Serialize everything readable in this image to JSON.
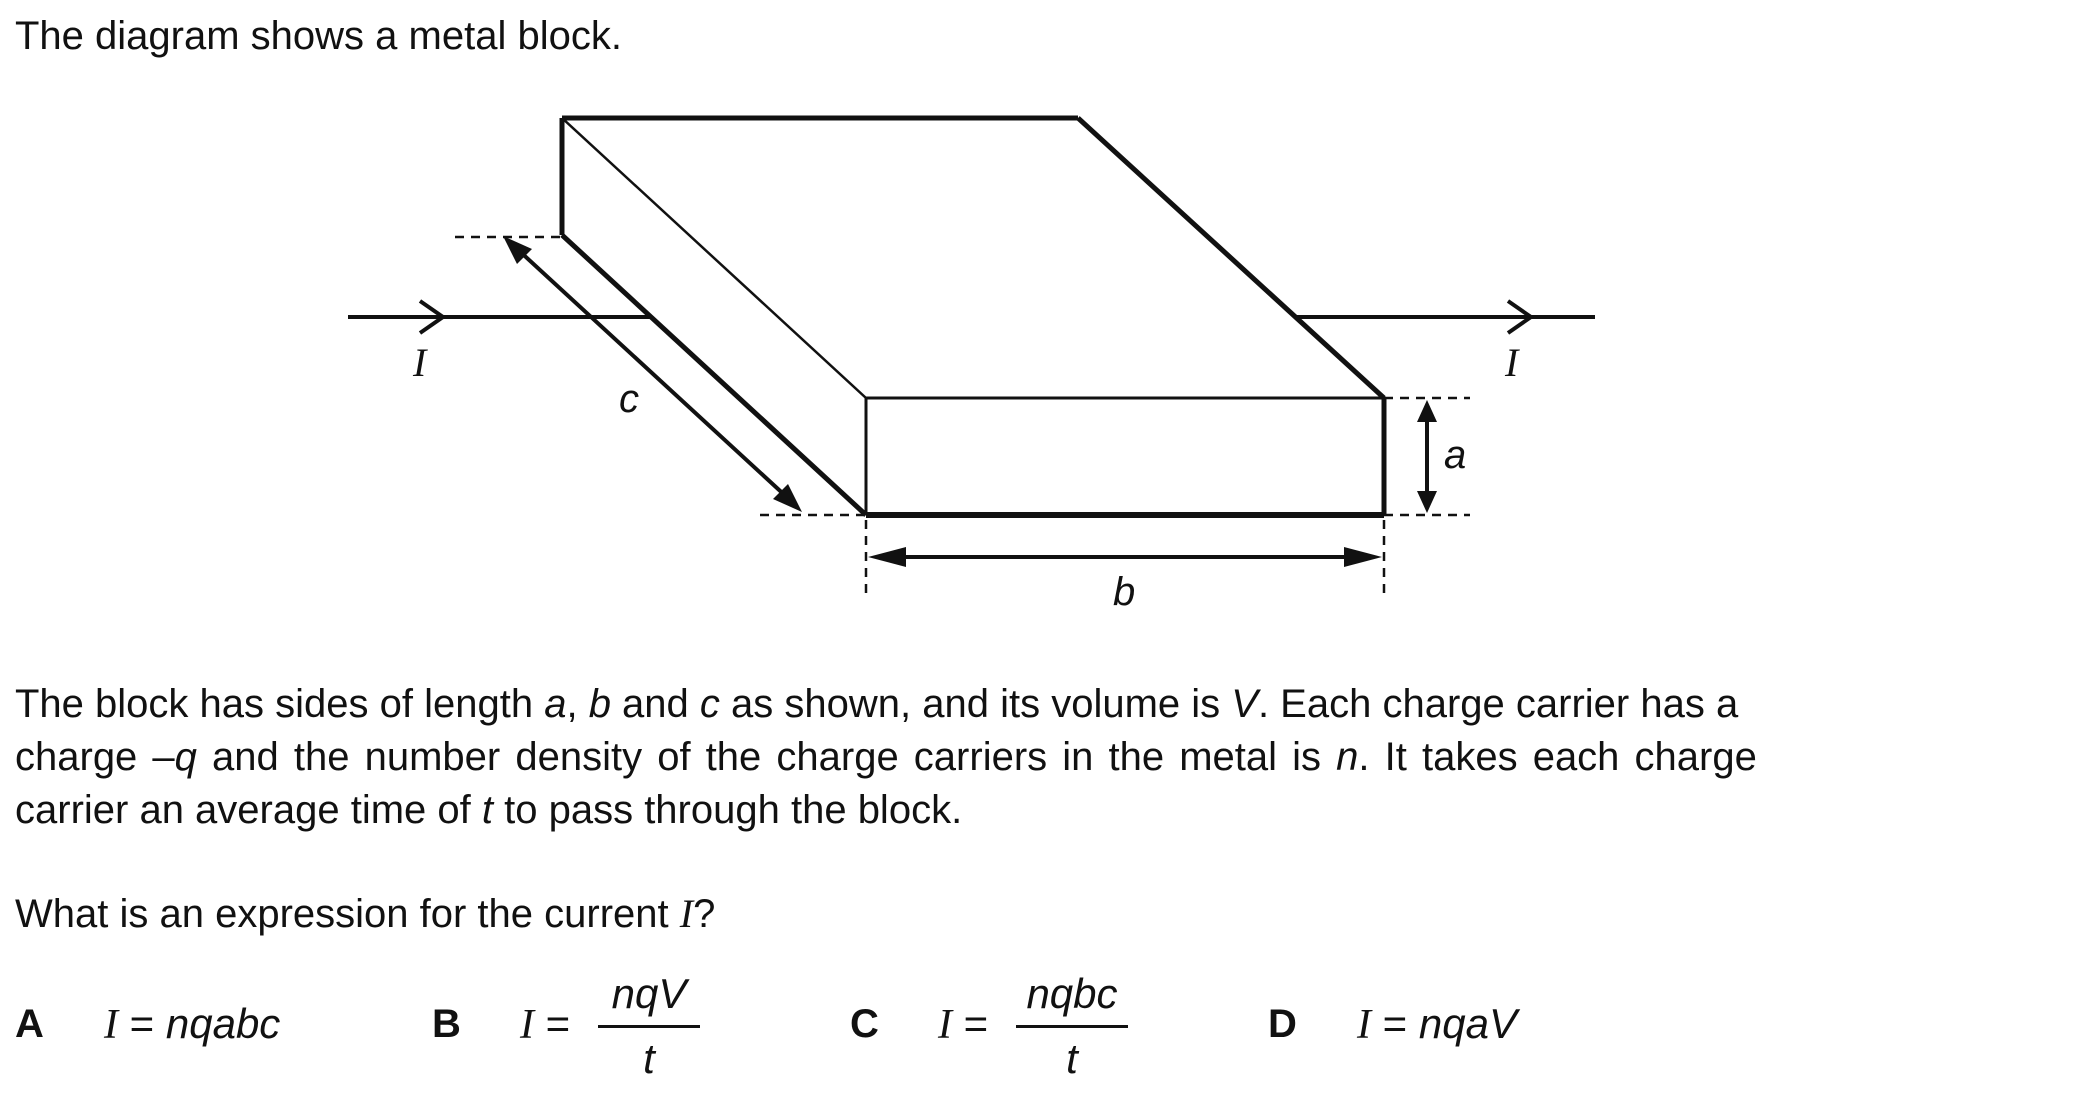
{
  "intro": "The diagram shows a metal block.",
  "diagram": {
    "labels": {
      "current_left": "I",
      "current_right": "I",
      "side_a": "a",
      "side_b": "b",
      "side_c": "c"
    }
  },
  "paragraph": {
    "line1_parts": [
      "The block has sides of length ",
      "a",
      ", ",
      "b",
      " and ",
      "c",
      " as shown, and its volume is ",
      "V",
      ". Each charge carrier has a"
    ],
    "line2_parts": [
      "charge –",
      "q",
      " and the number density of the charge carriers in the metal is ",
      "n",
      ". It takes each charge"
    ],
    "line3_parts": [
      "carrier an average time of ",
      "t",
      " to pass through the block."
    ]
  },
  "question": {
    "prefix": "What is an expression for the current ",
    "symbol": "I",
    "suffix": "?"
  },
  "options": {
    "A": {
      "letter": "A",
      "lhs": "I",
      "eq": " = ",
      "rhs": "nqabc"
    },
    "B": {
      "letter": "B",
      "lhs": "I",
      "eq": " = ",
      "numerator": "nqV",
      "denominator": "t"
    },
    "C": {
      "letter": "C",
      "lhs": "I",
      "eq": " = ",
      "numerator": "nqbc",
      "denominator": "t"
    },
    "D": {
      "letter": "D",
      "lhs": "I",
      "eq": " = ",
      "rhs": "nqaV"
    }
  }
}
